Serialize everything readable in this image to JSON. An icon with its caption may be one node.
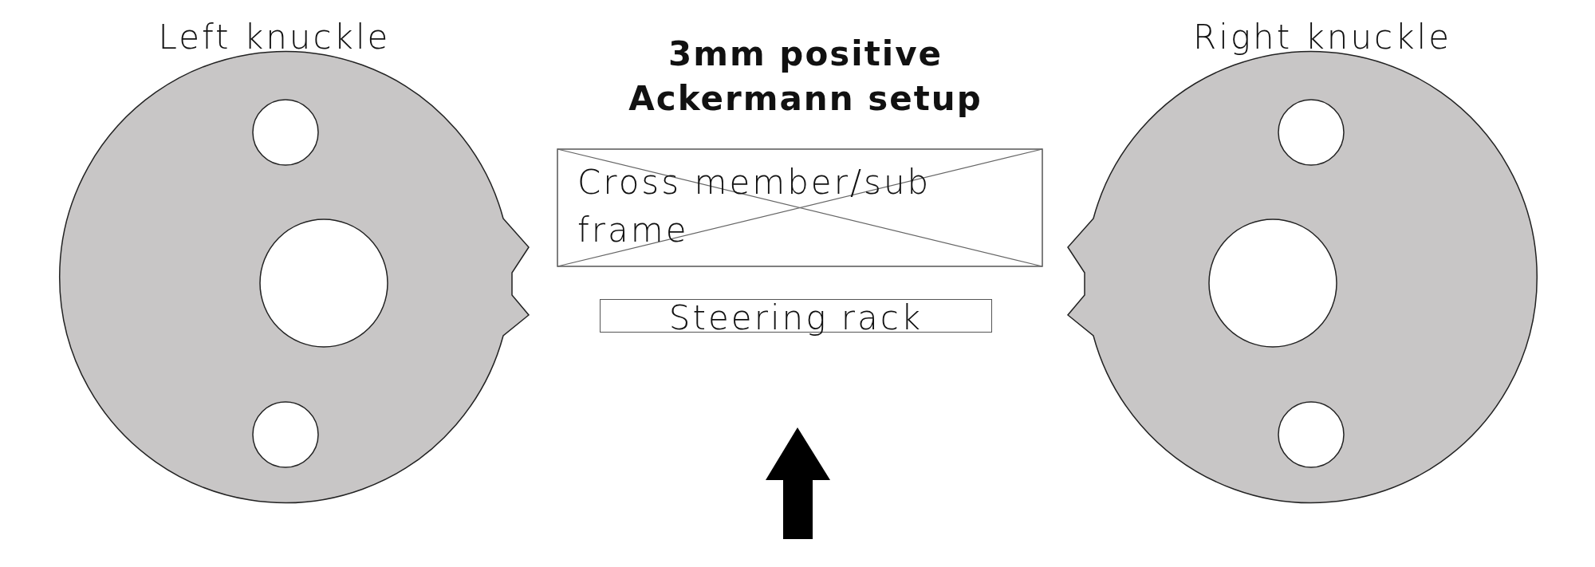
{
  "diagram": {
    "title": "3mm positive Ackermann setup",
    "nodes": [
      {
        "text": [
          "Left knuckle"
        ]
      },
      {
        "text": [
          "Cross member/sub frame"
        ]
      },
      {
        "text": [
          "Steering rack"
        ]
      },
      {
        "text": [
          "Right knuckle"
        ]
      }
    ]
  }
}
